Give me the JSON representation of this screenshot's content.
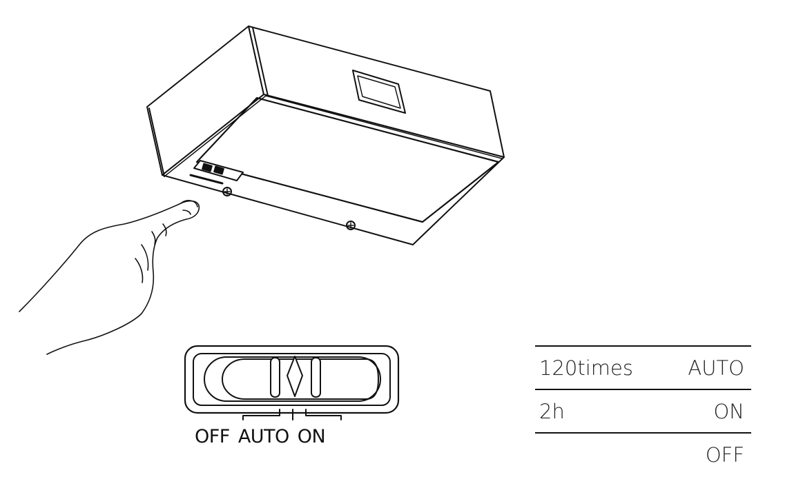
{
  "switch": {
    "labels": [
      "OFF",
      "AUTO",
      "ON"
    ]
  },
  "modes_table": {
    "rows": [
      {
        "left": "120times",
        "right": "AUTO"
      },
      {
        "left": "2h",
        "right": "ON"
      },
      {
        "left": "",
        "right": "OFF"
      }
    ]
  }
}
